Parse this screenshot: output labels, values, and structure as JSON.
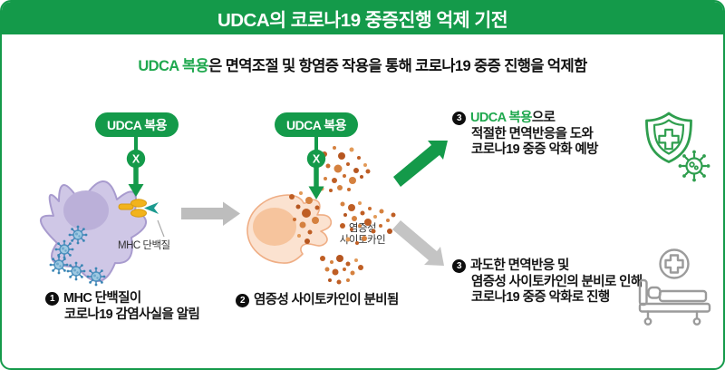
{
  "colors": {
    "green_primary": "#149a4a",
    "green_text": "#1fa84e",
    "gray_arrow": "#bdbdbd",
    "ink": "#141414",
    "mhc_yellow": "#f2b31c",
    "antigen_teal": "#1b9a8f",
    "cell_purple": "#cfc7e6",
    "cell_peach": "#fbe2d0",
    "virus_blue": "#4f93c0",
    "cytokine_orange": "#c96d2e",
    "bed_gray": "#9b9b9b"
  },
  "header": {
    "title": "UDCA의 코로나19 중증진행 억제 기전"
  },
  "subtitle": {
    "highlight": "UDCA 복용",
    "rest": "은 면역조절 및 항염증 작용을 통해 코로나19 중증 진행을 억제함"
  },
  "pill_left": {
    "label": "UDCA 복용",
    "block": "X"
  },
  "pill_middle": {
    "label": "UDCA 복용",
    "block": "X"
  },
  "labels": {
    "mhc": "MHC 단백질",
    "cytokine_1": "염증성",
    "cytokine_2": "사이토카인"
  },
  "steps": {
    "s1": {
      "num": "1",
      "line1": "MHC 단백질이",
      "line2": "코로나19 감염사실을 알림"
    },
    "s2": {
      "num": "2",
      "line1": "염증성 사이토카인이 분비됨"
    },
    "s3a": {
      "num": "3",
      "highlight": "UDCA 복용",
      "line1_rest": "으로",
      "line2": "적절한 면역반응을 도와",
      "line3": "코로나19 중증 악화 예방"
    },
    "s3b": {
      "num": "3",
      "line1": "과도한 면역반응 및",
      "line2": "염증성 사이토카인의 분비로 인해",
      "line3": "코로나19 중증 악화로 진행"
    }
  },
  "icons": {
    "shield": "shield-cross-with-virus",
    "bed": "hospital-bed-with-cross",
    "block": "x-block-icon",
    "virus": "coronavirus-icon"
  }
}
